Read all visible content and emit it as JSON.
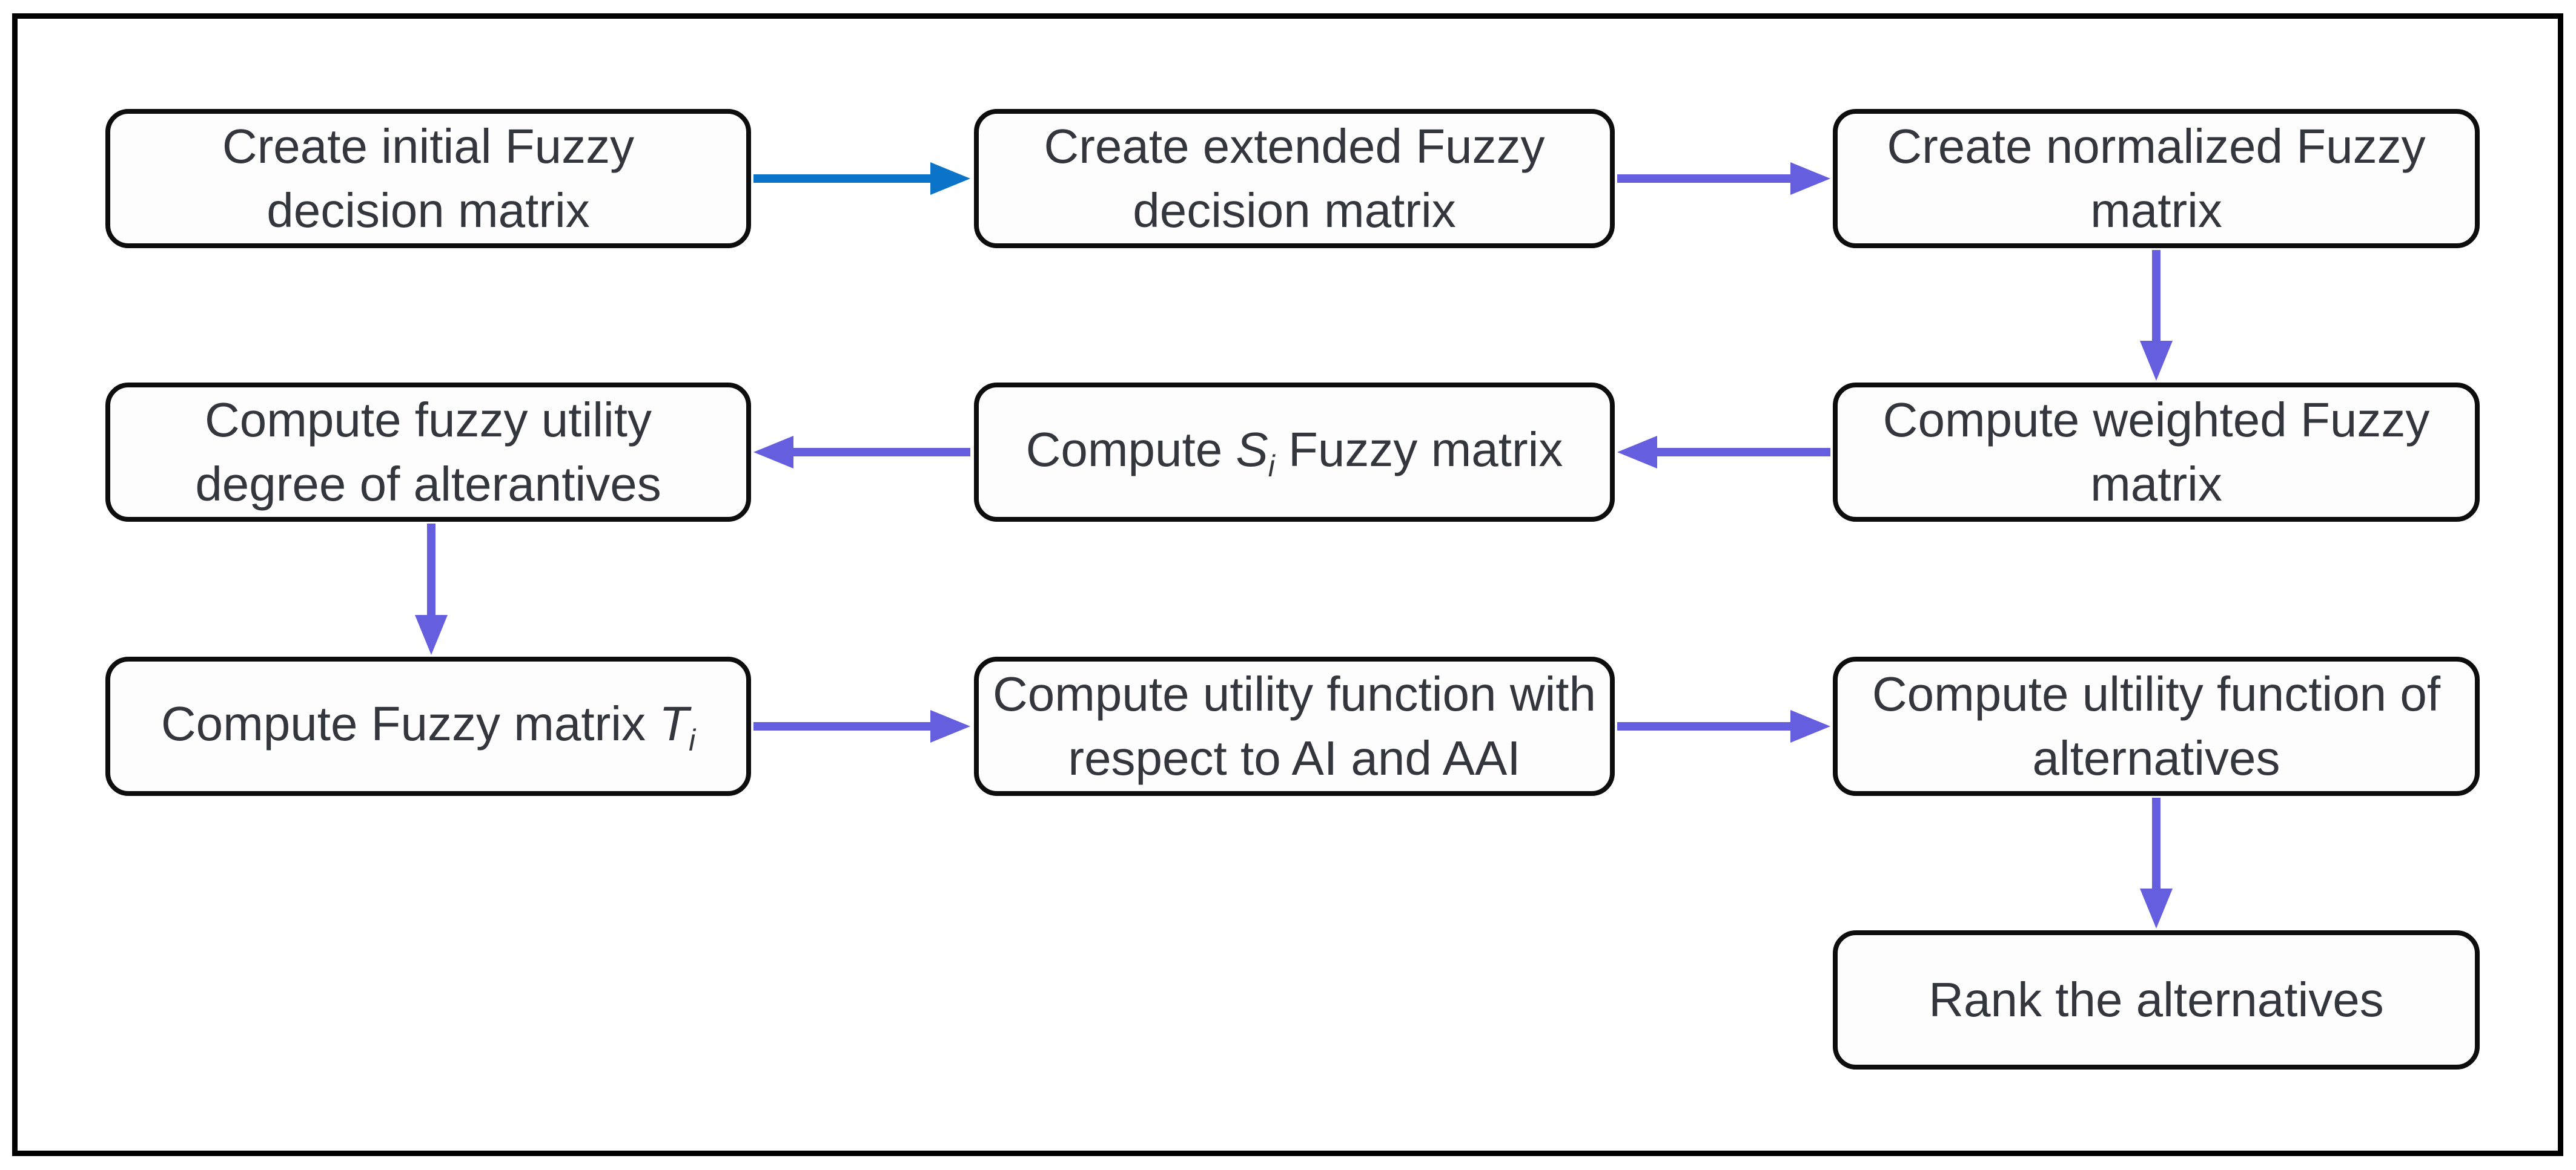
{
  "diagram": {
    "type": "flowchart",
    "nodes": [
      {
        "id": "n1",
        "label": "Create initial Fuzzy decision matrix"
      },
      {
        "id": "n2",
        "label": "Create extended Fuzzy decision matrix"
      },
      {
        "id": "n3",
        "label": "Create normalized Fuzzy matrix"
      },
      {
        "id": "n4",
        "label": "Compute fuzzy utility degree of alterantives"
      },
      {
        "id": "n5",
        "label": "Compute Si Fuzzy matrix",
        "label_parts": [
          {
            "text": "Compute "
          },
          {
            "text": "S",
            "kind": "var"
          },
          {
            "text": "i",
            "kind": "varsub"
          },
          {
            "text": " Fuzzy matrix"
          }
        ]
      },
      {
        "id": "n6",
        "label": "Compute weighted Fuzzy matrix"
      },
      {
        "id": "n7",
        "label": "Compute Fuzzy matrix Ti",
        "label_parts": [
          {
            "text": "Compute Fuzzy matrix "
          },
          {
            "text": "T",
            "kind": "var"
          },
          {
            "text": "i",
            "kind": "varsub"
          }
        ]
      },
      {
        "id": "n8",
        "label": "Compute utility function with respect to AI and AAI"
      },
      {
        "id": "n9",
        "label": "Compute ultility function of alternatives"
      },
      {
        "id": "n10",
        "label": "Rank the alternatives"
      }
    ],
    "edges": [
      {
        "from": "n1",
        "to": "n2",
        "direction": "right",
        "color": "blue"
      },
      {
        "from": "n2",
        "to": "n3",
        "direction": "right",
        "color": "purple"
      },
      {
        "from": "n3",
        "to": "n6",
        "direction": "down",
        "color": "purple"
      },
      {
        "from": "n6",
        "to": "n5",
        "direction": "left",
        "color": "purple"
      },
      {
        "from": "n5",
        "to": "n4",
        "direction": "left",
        "color": "purple"
      },
      {
        "from": "n4",
        "to": "n7",
        "direction": "down",
        "color": "purple"
      },
      {
        "from": "n7",
        "to": "n8",
        "direction": "right",
        "color": "purple"
      },
      {
        "from": "n8",
        "to": "n9",
        "direction": "right",
        "color": "purple"
      },
      {
        "from": "n9",
        "to": "n10",
        "direction": "down",
        "color": "purple"
      }
    ]
  },
  "colors": {
    "background": "#ffffff",
    "frame-border": "#000000",
    "node-border": "#0d0d0d",
    "node-fill": "#fdfdfd",
    "text-color": "#33373d",
    "arrow-blue": "#0b74c8",
    "arrow-purple": "#655ede"
  }
}
